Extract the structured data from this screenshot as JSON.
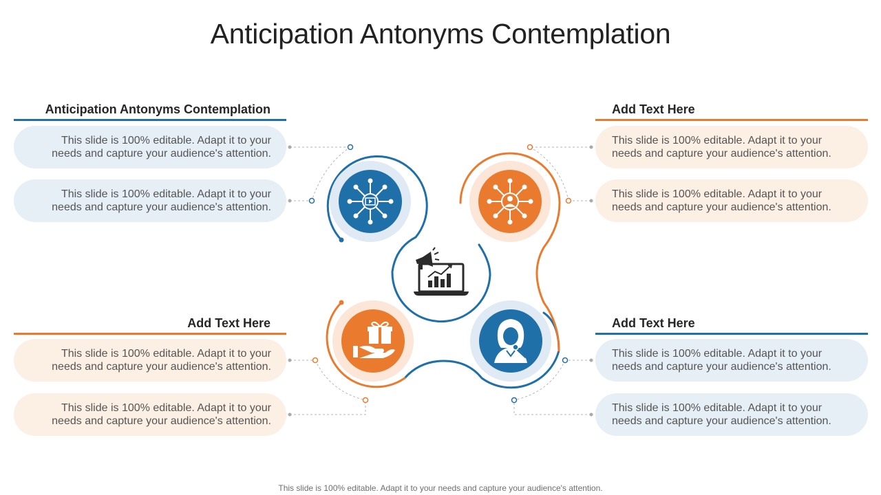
{
  "title": "Anticipation Antonyms Contemplation",
  "colors": {
    "blue": "#1f6fa8",
    "orange": "#ea7a2e",
    "light_blue": "#dfeaf4",
    "light_orange": "#fbe6d8"
  },
  "sections": {
    "top_left": {
      "heading": "Anticipation Antonyms Contemplation",
      "items": [
        "This slide is 100% editable. Adapt it to your needs and capture your audience's attention.",
        "This slide is 100% editable. Adapt it to your needs and capture your audience's attention."
      ],
      "icon": "network-video-icon"
    },
    "top_right": {
      "heading": "Add Text Here",
      "items": [
        "This slide is 100% editable. Adapt it to your needs and capture your audience's attention.",
        "This slide is 100% editable. Adapt it to your needs and capture your audience's attention."
      ],
      "icon": "network-person-icon"
    },
    "bottom_left": {
      "heading": "Add Text Here",
      "items": [
        "This slide is 100% editable. Adapt it to your needs and capture your audience's attention.",
        "This slide is 100% editable. Adapt it to your needs and capture your audience's attention."
      ],
      "icon": "gift-hand-icon"
    },
    "bottom_right": {
      "heading": "Add Text Here",
      "items": [
        "This slide is 100% editable. Adapt it to your needs and capture your audience's attention.",
        "This slide is 100% editable. Adapt it to your needs and capture your audience's attention."
      ],
      "icon": "woman-microphone-icon"
    }
  },
  "center_icon": "laptop-megaphone-chart-icon",
  "footer": "This slide is 100% editable. Adapt it to your needs and capture your audience's attention."
}
